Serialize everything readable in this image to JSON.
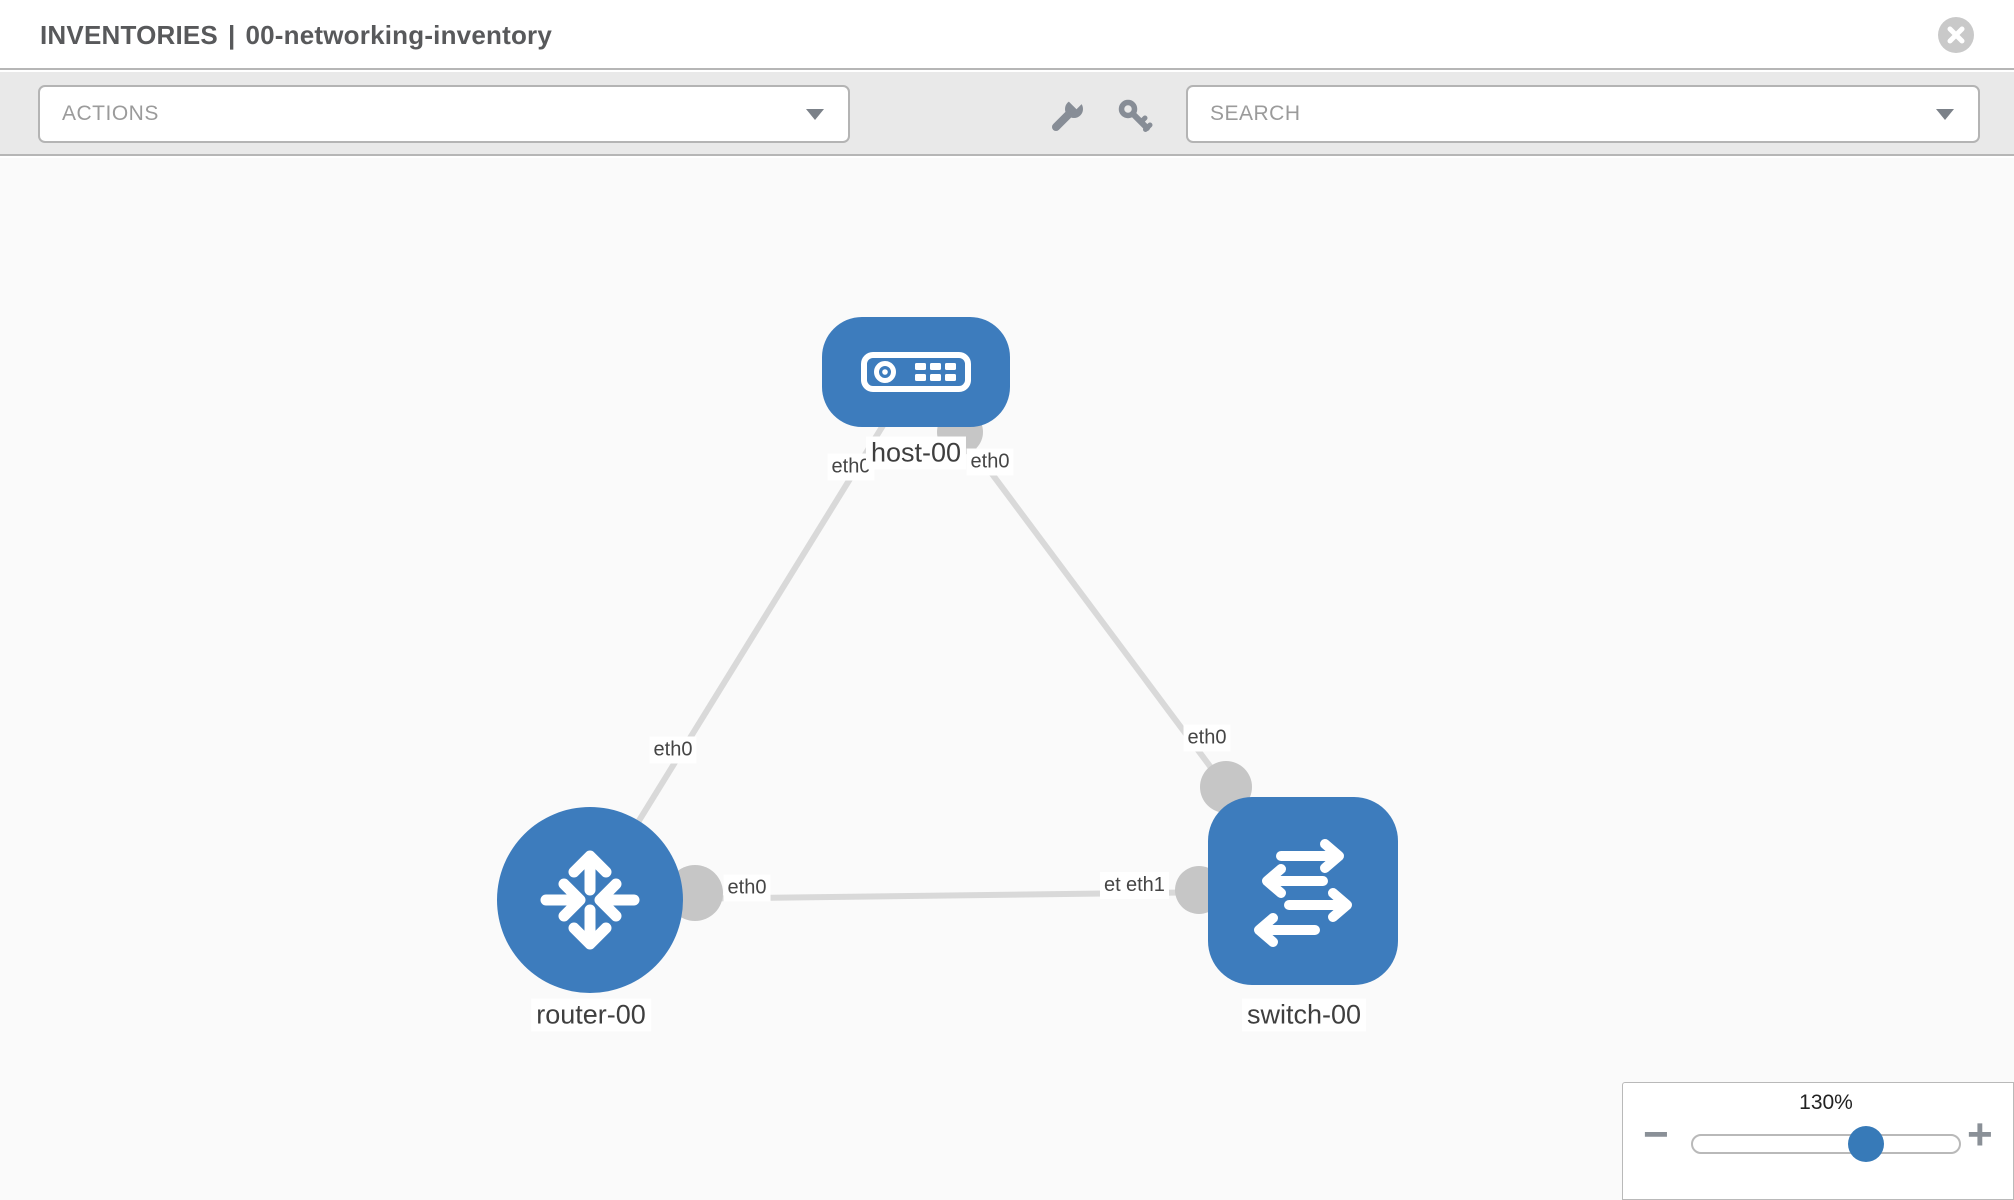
{
  "header": {
    "section_label": "INVENTORIES",
    "separator": "|",
    "inventory_name": "00-networking-inventory"
  },
  "toolbar": {
    "actions_dropdown": {
      "label": "ACTIONS"
    },
    "search_dropdown": {
      "placeholder": "SEARCH"
    },
    "icons": [
      "wrench",
      "key"
    ]
  },
  "topology": {
    "nodes": [
      {
        "label": "host-00",
        "type": "host"
      },
      {
        "label": "router-00",
        "type": "router"
      },
      {
        "label": "switch-00",
        "type": "switch"
      }
    ],
    "links": [
      {
        "source": "host-00",
        "target": "router-00",
        "source_interface": "eth0",
        "target_interface": "eth0"
      },
      {
        "source": "host-00",
        "target": "switch-00",
        "source_interface": "eth0",
        "target_interface": "eth0"
      },
      {
        "source": "router-00",
        "target": "switch-00",
        "source_interface": "eth0",
        "target_interface": "eth1"
      }
    ],
    "interface_labels": {
      "host_left": "eth0",
      "host_right": "eth0",
      "router_top": "eth0",
      "switch_top": "eth0",
      "router_right": "eth0",
      "switch_left_back": "eth0",
      "switch_left_front": "eth1"
    }
  },
  "zoom_control": {
    "level": "130%",
    "minus": "−",
    "plus": "+"
  },
  "colors": {
    "node_blue": "#3d7cbd",
    "link_gray": "#d9d9d9",
    "connector_gray": "#c6c6c6",
    "toolbar_bg": "#e9e9e9",
    "canvas_bg": "#fafafa",
    "handle_blue": "#377ab8"
  }
}
